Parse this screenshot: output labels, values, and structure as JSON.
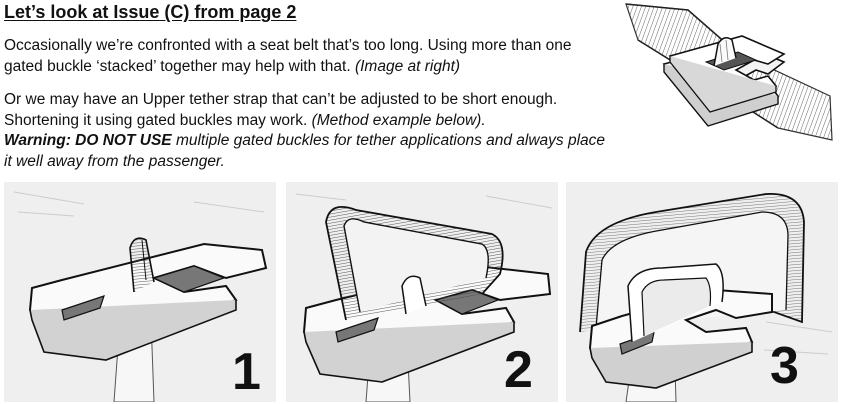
{
  "heading": "Let’s look at Issue (C) from page 2",
  "paragraph1": {
    "text": "Occasionally we’re confronted with a seat belt that’s too long. Using more than one gated buckle ‘stacked’ together may help with that.",
    "note": "(Image at right)"
  },
  "paragraph2": {
    "text": "Or we may have an Upper tether strap that can’t be adjusted to be short enough. Shortening it using gated buckles may work.",
    "note": "(Method example below).",
    "warning_label": "Warning: DO NOT USE",
    "warning_text": "multiple gated buckles for tether applications and always place it well away from the passenger."
  },
  "steps": [
    {
      "number": "1"
    },
    {
      "number": "2"
    },
    {
      "number": "3"
    }
  ]
}
